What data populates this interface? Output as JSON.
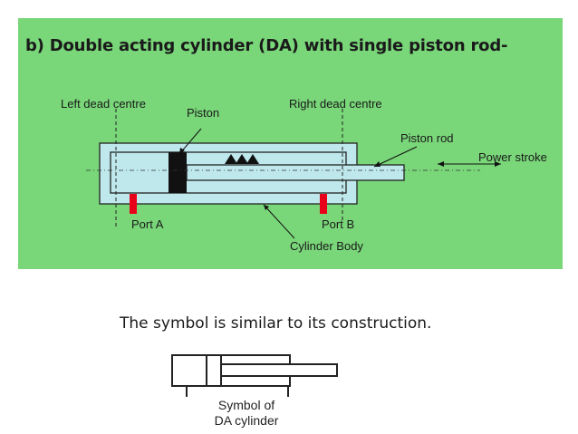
{
  "slide": {
    "title": "b) Double acting cylinder (DA) with single piston rod-",
    "caption": "The symbol is similar to its construction."
  },
  "diagram": {
    "labels": {
      "left_dead_centre": "Left dead centre",
      "right_dead_centre": "Right dead centre",
      "piston": "Piston",
      "piston_rod": "Piston rod",
      "power_stroke": "Power stroke",
      "port_a": "Port A",
      "port_b": "Port B",
      "cylinder_body": "Cylinder Body"
    }
  },
  "symbol": {
    "caption_line1": "Symbol of",
    "caption_line2": "DA cylinder"
  },
  "colors": {
    "panel": "#79d679",
    "cylinder_fill": "#bfe8ec",
    "piston": "#111111",
    "port": "#e8001a"
  }
}
